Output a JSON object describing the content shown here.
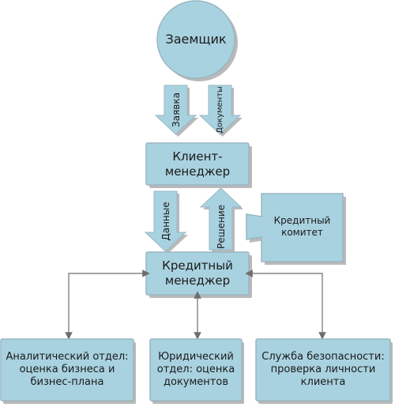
{
  "colors": {
    "fill": "#a9d2e0",
    "stroke": "#9ab6c2",
    "shadow": "#b9b9b9",
    "connector": "#6e6e6e",
    "background": "#ffffff"
  },
  "nodes": {
    "borrower": "Заемщик",
    "client_manager": "Клиент-\nменеджер",
    "credit_manager": "Кредитный\nменеджер",
    "credit_committee": "Кредитный\nкомитет",
    "analytics": "Аналитический отдел:\nоценка бизнеса и\nбизнес-плана",
    "legal": "Юридический\nотдел: оценка\nдокументов",
    "security": "Служба безопасности:\nпроверка личности\nклиента"
  },
  "flows": {
    "application": "Заявка",
    "documents": "Документы",
    "data": "Данные",
    "decision": "Решение"
  }
}
